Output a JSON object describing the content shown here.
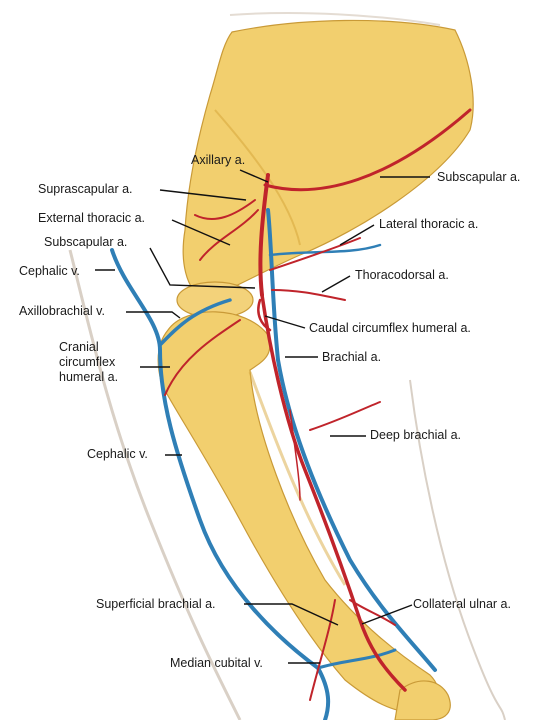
{
  "labels": {
    "axillary_a": "Axillary a.",
    "suprascapular_a": "Suprascapular a.",
    "external_thoracic_a": "External thoracic a.",
    "subscapular_a_left": "Subscapular a.",
    "cephalic_v_upper": "Cephalic v.",
    "axillobrachial_v": "Axillobrachial v.",
    "cranial_circumflex_humeral_a": "Cranial circumflex humeral a.",
    "cephalic_v_lower": "Cephalic v.",
    "superficial_brachial_a": "Superficial brachial a.",
    "median_cubital_v": "Median cubital v.",
    "subscapular_a_right": "Subscapular a.",
    "lateral_thoracic_a": "Lateral thoracic a.",
    "thoracodorsal_a": "Thoracodorsal a.",
    "caudal_circumflex_humeral_a": "Caudal circumflex humeral a.",
    "brachial_a": "Brachial a.",
    "deep_brachial_a": "Deep brachial a.",
    "collateral_ulnar_a": "Collateral ulnar a."
  },
  "colors": {
    "bone": "#f2cf6e",
    "bone_shadow": "#d9aa3f",
    "artery": "#c0242b",
    "vein": "#2f7fb6",
    "skin_line": "#d9d0c6",
    "leader": "#111111"
  }
}
